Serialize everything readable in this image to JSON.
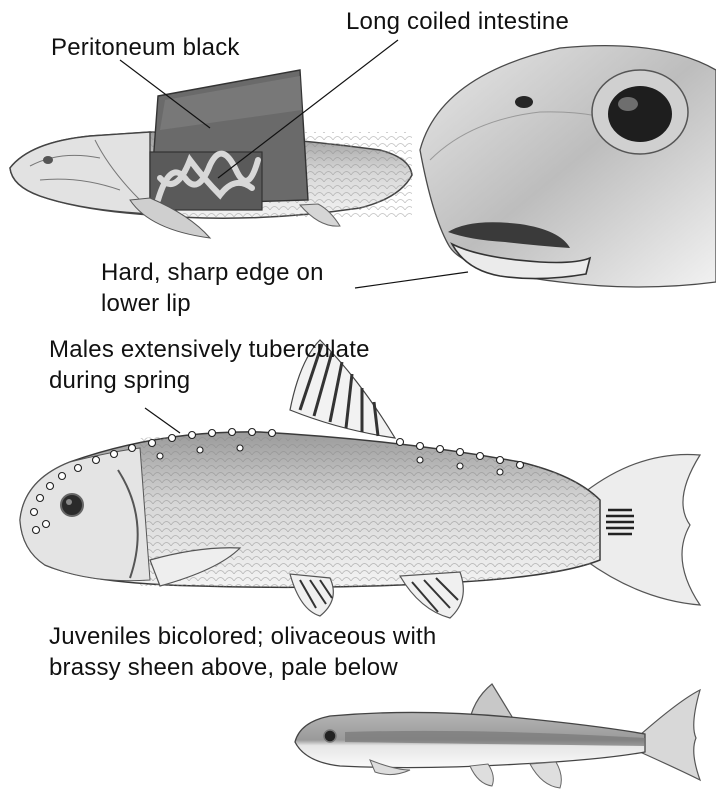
{
  "annotations": {
    "peritoneum": "Peritoneum black",
    "intestine": "Long coiled intestine",
    "lip_line1": "Hard, sharp edge on",
    "lip_line2": "lower lip",
    "males_line1": "Males extensively tuberculate",
    "males_line2": "during spring",
    "juveniles_line1": "Juveniles bicolored; olivaceous with",
    "juveniles_line2": "brassy sheen above, pale below"
  },
  "colors": {
    "text": "#111111",
    "peritoneum": "#5a5a5a",
    "intestine": "#8a8a8a",
    "fish_outline": "#3a3a3a",
    "juvenile_band": "#8f8f8f"
  },
  "illustrations": [
    "dissected-fish-side-view",
    "fish-head-lower-lip-closeup",
    "adult-male-tuberculate-fish",
    "juvenile-fish"
  ]
}
